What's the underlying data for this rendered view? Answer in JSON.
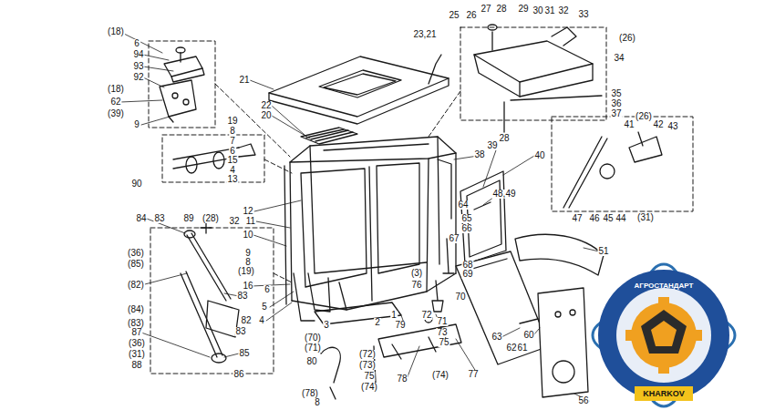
{
  "diagram": {
    "labels": [
      "(18)",
      "6",
      "94",
      "93",
      "92",
      "(18)",
      "62",
      "(39)",
      "9",
      "19",
      "8",
      "7",
      "6",
      "15",
      "4",
      "13",
      "90",
      "21",
      "22",
      "20",
      "23,21",
      "25",
      "26",
      "27",
      "28",
      "29",
      "30",
      "31",
      "32",
      "33",
      "(26)",
      "34",
      "35",
      "36",
      "37",
      "28",
      "41",
      "(26)",
      "42",
      "43",
      "47",
      "46",
      "45",
      "44",
      "(31)",
      "38",
      "39",
      "40",
      "48,49",
      "64",
      "65",
      "66",
      "67",
      "68",
      "69",
      "70",
      "(3)",
      "76",
      "72",
      "71",
      "73",
      "75",
      "51",
      "63",
      "60",
      "61",
      "62",
      "56",
      "12",
      "11",
      "10",
      "9",
      "8",
      "(19)",
      "16",
      "6",
      "5",
      "4",
      "3",
      "2",
      "1",
      "(70)",
      "(71)",
      "79",
      "80",
      "(72)",
      "(73)",
      "75",
      "(74)",
      "78",
      "(74)",
      "77",
      "(78)",
      "8",
      "84",
      "83",
      "89",
      "(28)",
      "32",
      "(36)",
      "(85)",
      "(82)",
      "(84)",
      "(83)",
      "83",
      "82",
      "83",
      "87",
      "(36)",
      "(31)",
      "88",
      "85",
      "86",
      "АГРОСТАНДАРТ",
      "KHARKOV"
    ]
  }
}
